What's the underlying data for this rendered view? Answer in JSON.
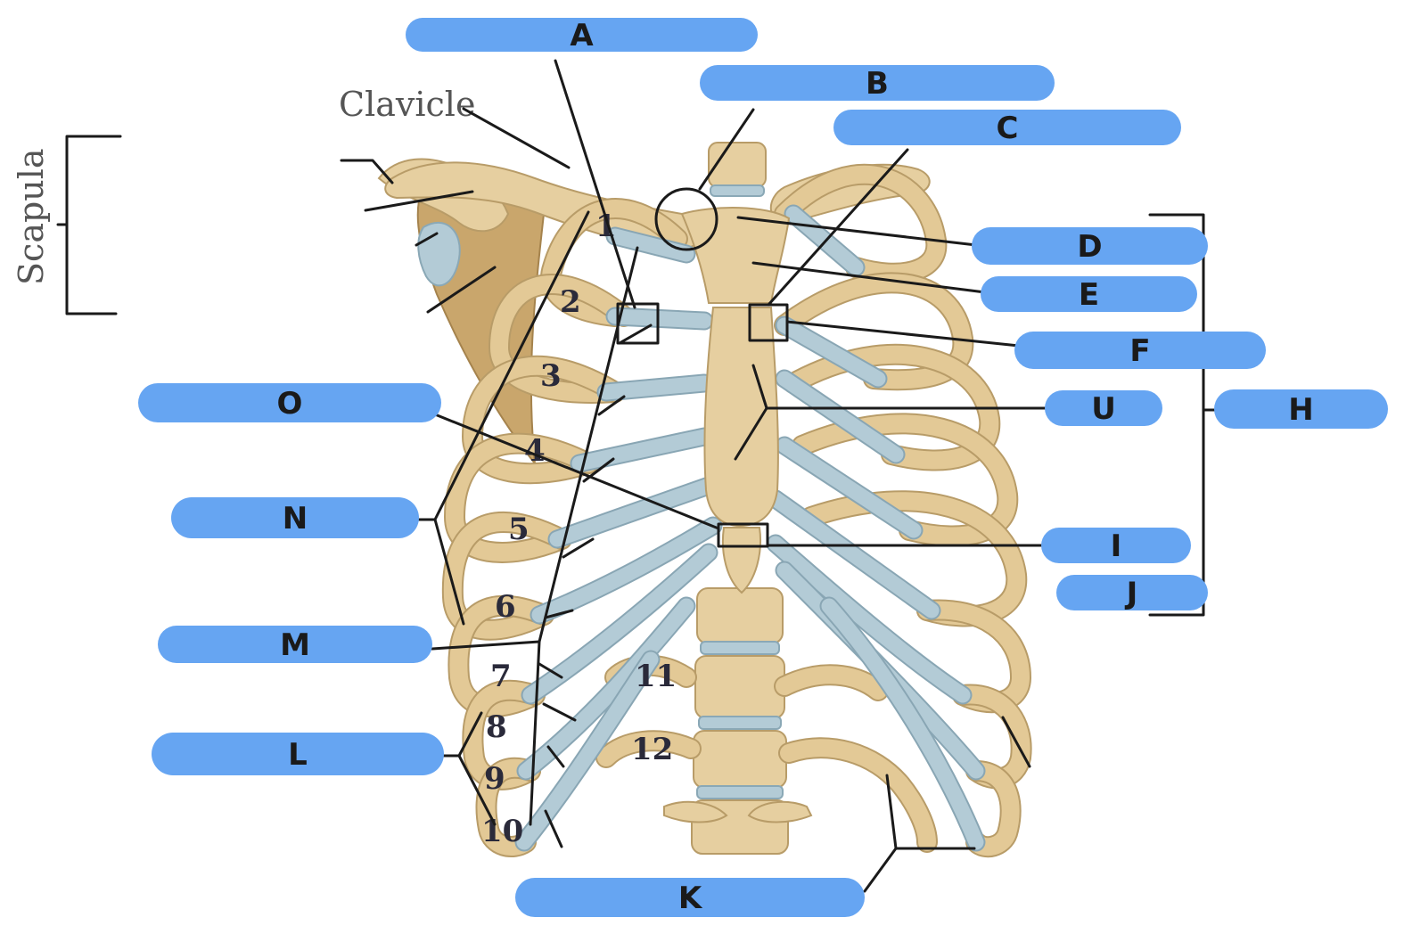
{
  "printed_labels": {
    "clavicle": "Clavicle",
    "scapula": "Scapula"
  },
  "rib_numbers": [
    "1",
    "2",
    "3",
    "4",
    "5",
    "6",
    "7",
    "8",
    "9",
    "10",
    "11",
    "12"
  ],
  "label_letters": {
    "A": "A",
    "B": "B",
    "C": "C",
    "D": "D",
    "E": "E",
    "F": "F",
    "G": "U",
    "H": "H",
    "I": "I",
    "J": "J",
    "K": "K",
    "L": "L",
    "M": "M",
    "N": "N",
    "O": "O"
  },
  "colors": {
    "label_pill": "#66a5f2",
    "bone": "#e6cfa0",
    "cartilage": "#b3cbd6",
    "leader_line": "#1a1a1a"
  }
}
